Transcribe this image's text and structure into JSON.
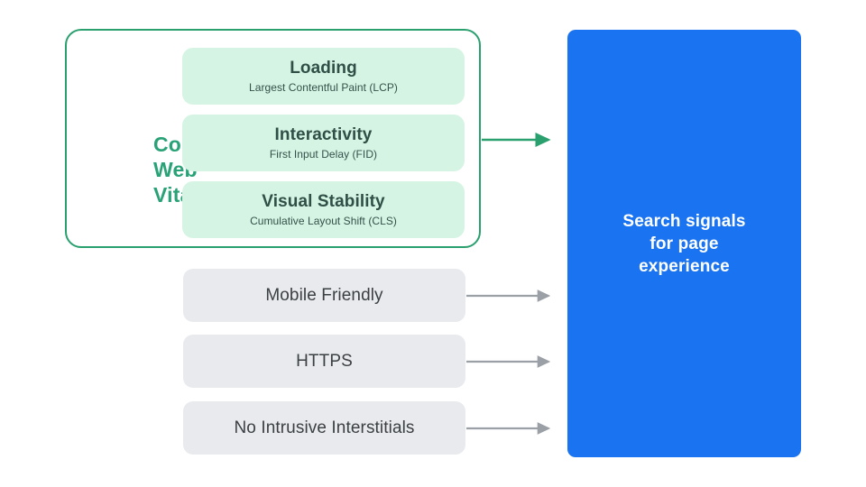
{
  "diagram": {
    "title": "Search signals for page experience",
    "background_color": "#ffffff",
    "core_web_vitals": {
      "group_label_lines": [
        "Core",
        "Web",
        "Vitals"
      ],
      "group_label_text": "Core Web Vitals",
      "border_color": "#2aa06e",
      "label_color": "#2aa277",
      "card_color": "#d5f4e3",
      "card_text_color": "#2f4f47",
      "cards": [
        {
          "title": "Loading",
          "subtitle": "Largest Contentful Paint (LCP)"
        },
        {
          "title": "Interactivity",
          "subtitle": "First Input Delay (FID)"
        },
        {
          "title": "Visual Stability",
          "subtitle": "Cumulative Layout Shift (CLS)"
        }
      ]
    },
    "other_signals": {
      "card_color": "#e8eaed",
      "card_text_color": "#3c4043",
      "arrow_color": "#9aa0a6",
      "cards": [
        {
          "label": "Mobile Friendly"
        },
        {
          "label": "HTTPS"
        },
        {
          "label": "No Intrusive Interstitials"
        }
      ]
    },
    "destination": {
      "text": "Search signals\nfor page\nexperience",
      "line1": "Search signals",
      "line2": "for page",
      "line3": "experience",
      "box_color": "#1a73f0",
      "text_color": "#ffffff"
    },
    "arrows": {
      "core_web_vitals_arrow_color": "#2aa06e",
      "signal_arrow_color": "#9aa0a6",
      "count": 4
    }
  }
}
